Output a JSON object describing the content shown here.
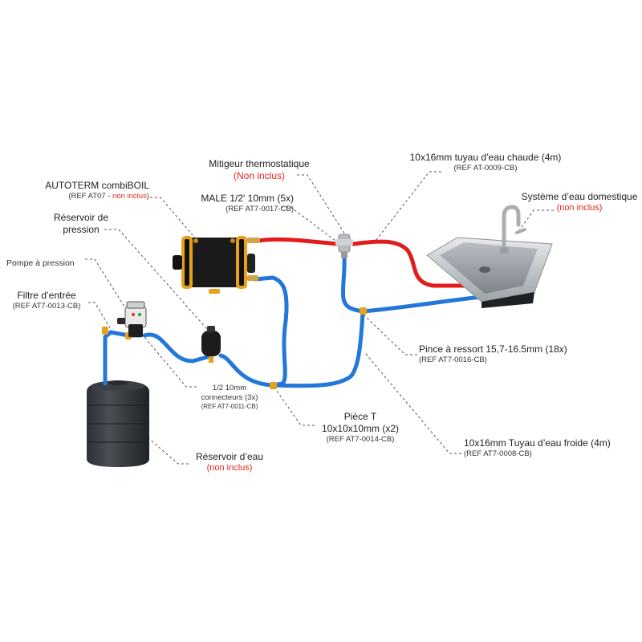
{
  "colors": {
    "hot_pipe": "#e21b1b",
    "cold_pipe": "#2377d8",
    "leader": "#555555",
    "note_red": "#e0261f",
    "fitting": "#e6a21a"
  },
  "labels": {
    "mitigeur": {
      "title": "Mitigeur thermostatique",
      "note": "(Non inclus)"
    },
    "hot_pipe": {
      "title": "10x16mm tuyau d’eau chaude (4m)",
      "ref": "(REF AT-0009-CB)"
    },
    "autoterm": {
      "title": "AUTOTERM combiBOIL",
      "ref": "(REF AT07 - ",
      "note": "non inclus",
      "close": ")"
    },
    "systeme": {
      "title": "Système d’eau domestique",
      "note": "(non inclus)"
    },
    "male": {
      "title": "MALE 1/2' 10mm (5x)",
      "ref": "(REF AT7-0017-CB)"
    },
    "reservoir_pression": {
      "line1": "Réservoir de",
      "line2": "pression"
    },
    "pompe": {
      "title": "Pompe à pression"
    },
    "filtre": {
      "title": "Filtre d’entrée",
      "ref": "(REF AT7-0013-CB)"
    },
    "pince": {
      "title": "Pince à ressort 15,7-16.5mm (18x)",
      "ref": "(REF AT7-0016-CB)"
    },
    "connecteurs": {
      "line1": "1/2 10mm",
      "line2": "connecteurs (3x)",
      "ref": "(REF AT7-0011-CB)"
    },
    "piece_t": {
      "title": "Pièce T",
      "size": "10x10x10mm (x2)",
      "ref": "(REF AT7-0014-CB)"
    },
    "cold_pipe": {
      "title": "10x16mm Tuyau d’eau froide (4m)",
      "ref": "(REF AT7-0008-CB)"
    },
    "reservoir_eau": {
      "title": "Réservoir d’eau",
      "note": "(non inclus)"
    }
  },
  "icons": [
    "boiler-icon",
    "faucet-sink-icon",
    "water-tank-icon",
    "pressure-tank-icon",
    "pump-icon",
    "mixing-valve-icon"
  ]
}
